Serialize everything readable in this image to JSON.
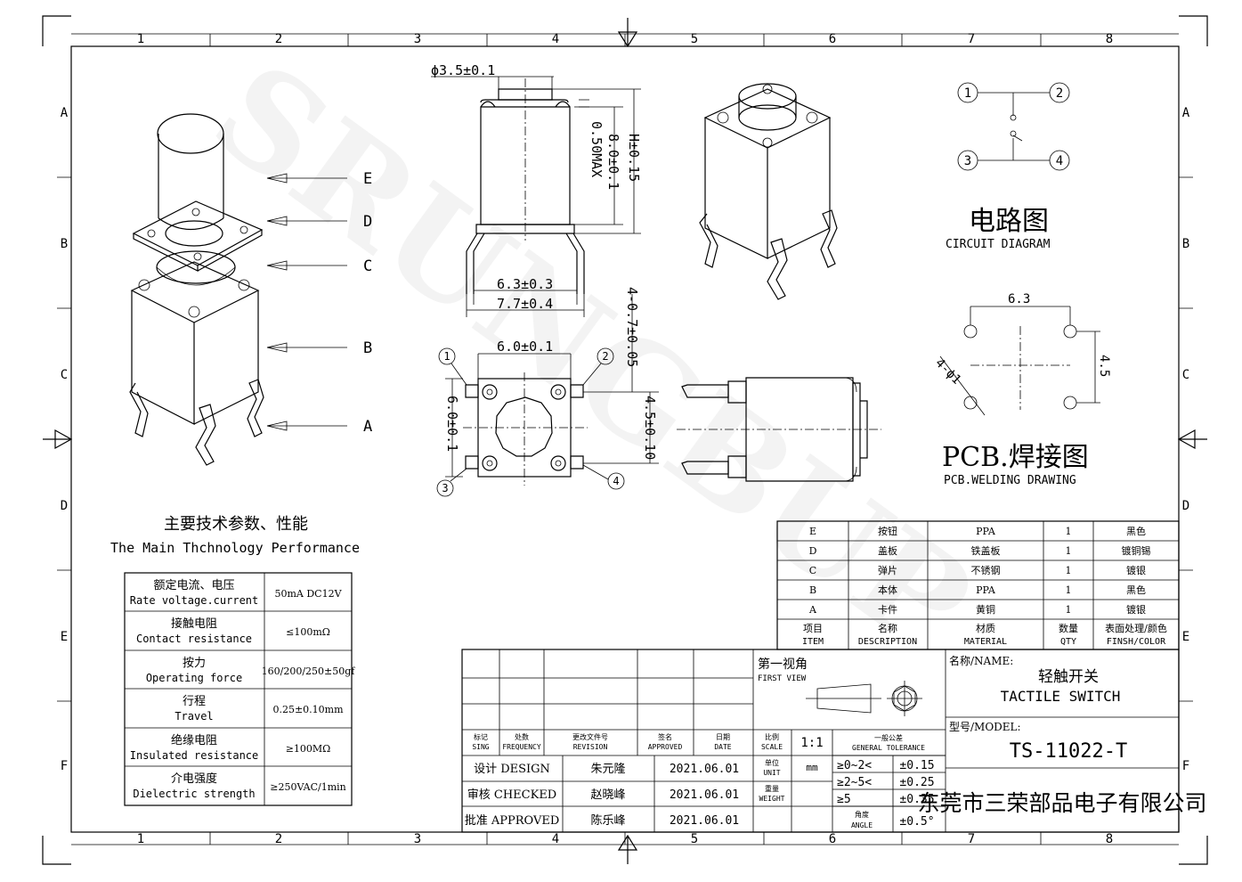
{
  "frame": {
    "col_labels": [
      "1",
      "2",
      "3",
      "4",
      "5",
      "6",
      "7",
      "8"
    ],
    "row_labels": [
      "A",
      "B",
      "C",
      "D",
      "E",
      "F"
    ]
  },
  "exploded_view": {
    "part_labels": [
      "E",
      "D",
      "C",
      "B",
      "A"
    ]
  },
  "dimensions": {
    "shaft_dia": "ϕ3.5±0.1",
    "max_gap": "0.50MAX",
    "body_h": "8.0±0.1",
    "total_h": "H±0.15",
    "pin_span_inner": "6.3±0.3",
    "pin_span_outer": "7.7±0.4",
    "body_w": "6.0±0.1",
    "body_d": "6.0±0.1",
    "pin_dia": "4-0.7±0.05",
    "pin_pitch": "4.5±0.10",
    "pin_nums": [
      "1",
      "2",
      "3",
      "4"
    ]
  },
  "circuit": {
    "title_cn": "电路图",
    "title_en": "CIRCUIT DIAGRAM",
    "nodes": [
      "1",
      "2",
      "3",
      "4"
    ]
  },
  "pcb": {
    "title_cn": "PCB.焊接图",
    "title_en": "PCB.WELDING DRAWING",
    "dim_w": "6.3",
    "dim_h": "4.5",
    "dim_hole": "4-ϕ1"
  },
  "performance": {
    "title_cn": "主要技术参数、性能",
    "title_en": "The Main Thchnology Performance",
    "rows": [
      {
        "cn": "额定电流、电压",
        "en": "Rate voltage.current",
        "val": "50mA DC12V"
      },
      {
        "cn": "接触电阻",
        "en": "Contact resistance",
        "val": "≤100mΩ"
      },
      {
        "cn": "按力",
        "en": "Operating force",
        "val": "160/200/250±50gf"
      },
      {
        "cn": "行程",
        "en": "Travel",
        "val": "0.25±0.10mm"
      },
      {
        "cn": "绝缘电阻",
        "en": "Insulated resistance",
        "val": "≥100MΩ"
      },
      {
        "cn": "介电强度",
        "en": "Dielectric strength",
        "val": "≥250VAC/1min"
      }
    ]
  },
  "bom": {
    "rows": [
      [
        "E",
        "按钮",
        "PPA",
        "1",
        "黑色"
      ],
      [
        "D",
        "盖板",
        "铁盖板",
        "1",
        "镀铜锡"
      ],
      [
        "C",
        "弹片",
        "不锈钢",
        "1",
        "镀银"
      ],
      [
        "B",
        "本体",
        "PPA",
        "1",
        "黑色"
      ],
      [
        "A",
        "卡件",
        "黄铜",
        "1",
        "镀银"
      ]
    ],
    "header": [
      {
        "cn": "项目",
        "en": "ITEM"
      },
      {
        "cn": "名称",
        "en": "DESCRIPTION"
      },
      {
        "cn": "材质",
        "en": "MATERIAL"
      },
      {
        "cn": "数量",
        "en": "QTY"
      },
      {
        "cn": "表面处理/颜色",
        "en": "FINSH/COLOR"
      }
    ]
  },
  "title_block": {
    "rev_header": [
      {
        "cn": "标记",
        "en": "SING"
      },
      {
        "cn": "处数",
        "en": "FREQUENCY"
      },
      {
        "cn": "更改文件号",
        "en": "REVISION"
      },
      {
        "cn": "签名",
        "en": "APPROVED"
      },
      {
        "cn": "日期",
        "en": "DATE"
      }
    ],
    "signoffs": [
      {
        "role": "设计 DESIGN",
        "name": "朱元隆",
        "date": "2021.06.01"
      },
      {
        "role": "审核 CHECKED",
        "name": "赵晓峰",
        "date": "2021.06.01"
      },
      {
        "role": "批准 APPROVED",
        "name": "陈乐峰",
        "date": "2021.06.01"
      }
    ],
    "first_view_cn": "第一视角",
    "first_view_en": "FIRST VIEW",
    "scale_cn": "比例",
    "scale_en": "SCALE",
    "scale_val": "1:1",
    "unit_cn": "单位",
    "unit_en": "UNIT",
    "unit_val": "mm",
    "weight_cn": "重量",
    "weight_en": "WEIGHT",
    "tol_cn": "一般公差",
    "tol_en": "GENERAL TOLERANCE",
    "tolerances": [
      {
        "range": "≥0~2<",
        "val": "±0.15"
      },
      {
        "range": "≥2~5<",
        "val": "±0.25"
      },
      {
        "range": "≥5",
        "val": "±0.35"
      }
    ],
    "angle_cn": "角度",
    "angle_en": "ANGLE",
    "angle_val": "±0.5°",
    "name_label": "名称/NAME:",
    "name_cn": "轻触开关",
    "name_en": "TACTILE SWITCH",
    "model_label": "型号/MODEL:",
    "model": "TS-11022-T",
    "company": "东莞市三荣部品电子有限公司"
  },
  "watermark": "SRUNGBUP"
}
